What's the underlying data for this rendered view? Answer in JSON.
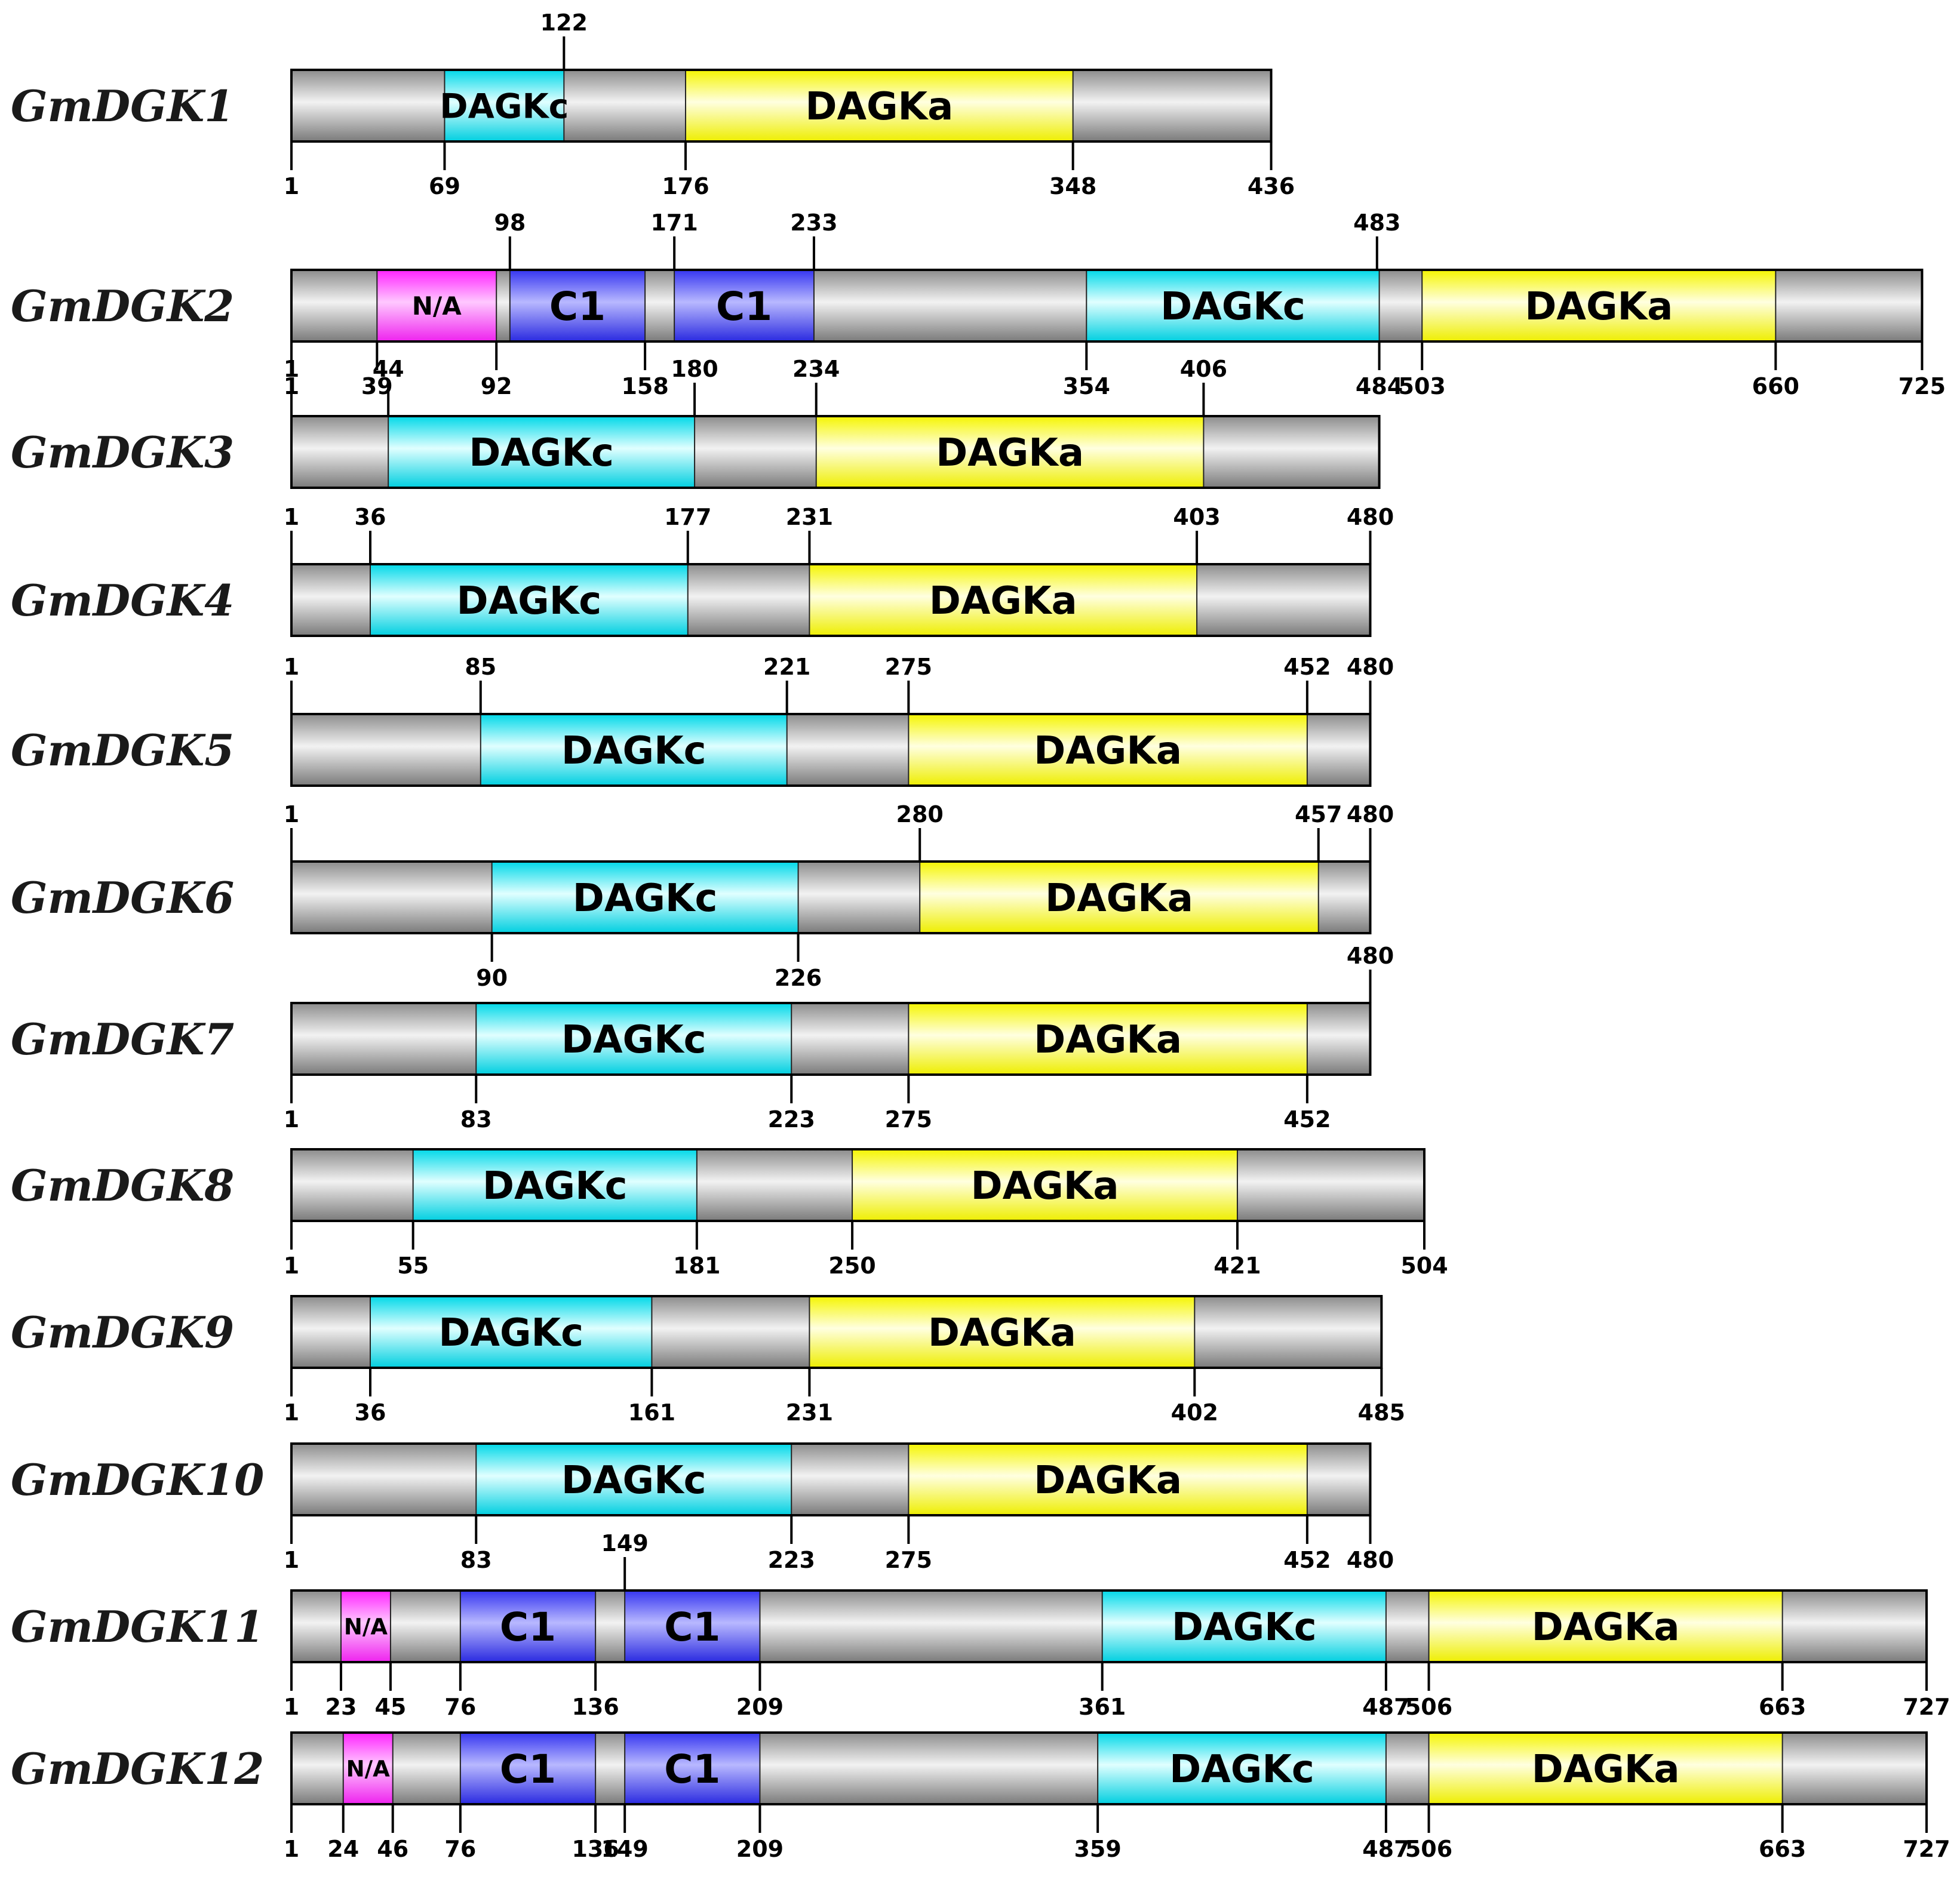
{
  "palette": {
    "backbone": "#a6a6a6",
    "DAGKc": "#00e5ee",
    "DAGKa": "#ffff00",
    "C1": "#4040ff",
    "N/A": "#ff33ff"
  },
  "proteins": [
    {
      "name": "GmDGK1",
      "length": 436,
      "domains": [
        {
          "type": "DAGKc",
          "label": "DAGKc",
          "start": 69,
          "end": 122
        },
        {
          "type": "DAGKa",
          "label": "DAGKa",
          "start": 176,
          "end": 348
        }
      ],
      "ticks": [
        {
          "value": 1,
          "pos": 1,
          "side": "below"
        },
        {
          "value": 69,
          "pos": 69,
          "side": "below"
        },
        {
          "value": 122,
          "pos": 122,
          "side": "above"
        },
        {
          "value": 176,
          "pos": 176,
          "side": "below"
        },
        {
          "value": 348,
          "pos": 348,
          "side": "below"
        },
        {
          "value": 436,
          "pos": 436,
          "side": "below"
        }
      ]
    },
    {
      "name": "GmDGK2",
      "length": 725,
      "domains": [
        {
          "type": "N/A",
          "label": "N/A",
          "start": 39,
          "end": 92
        },
        {
          "type": "C1",
          "label": "C1",
          "start": 98,
          "end": 158
        },
        {
          "type": "C1",
          "label": "C1",
          "start": 171,
          "end": 233
        },
        {
          "type": "DAGKc",
          "label": "DAGKc",
          "start": 354,
          "end": 484
        },
        {
          "type": "DAGKa",
          "label": "DAGKa",
          "start": 503,
          "end": 660
        }
      ],
      "ticks": [
        {
          "value": 1,
          "pos": 1,
          "side": "below"
        },
        {
          "value": 39,
          "pos": 39,
          "side": "below"
        },
        {
          "value": 92,
          "pos": 92,
          "side": "below"
        },
        {
          "value": 98,
          "pos": 98,
          "side": "above"
        },
        {
          "value": 158,
          "pos": 158,
          "side": "below"
        },
        {
          "value": 171,
          "pos": 171,
          "side": "above"
        },
        {
          "value": 233,
          "pos": 233,
          "side": "above"
        },
        {
          "value": 354,
          "pos": 354,
          "side": "below"
        },
        {
          "value": 483,
          "pos": 483,
          "side": "above"
        },
        {
          "value": 484,
          "pos": 484,
          "side": "below"
        },
        {
          "value": 503,
          "pos": 503,
          "side": "below"
        },
        {
          "value": 660,
          "pos": 660,
          "side": "below"
        },
        {
          "value": 725,
          "pos": 725,
          "side": "below"
        }
      ]
    },
    {
      "name": "GmDGK3",
      "length": 484,
      "domains": [
        {
          "type": "DAGKc",
          "label": "DAGKc",
          "start": 44,
          "end": 180
        },
        {
          "type": "DAGKa",
          "label": "DAGKa",
          "start": 234,
          "end": 406
        }
      ],
      "ticks": [
        {
          "value": 1,
          "pos": 1,
          "side": "above"
        },
        {
          "value": 44,
          "pos": 44,
          "side": "above"
        },
        {
          "value": 180,
          "pos": 180,
          "side": "above"
        },
        {
          "value": 234,
          "pos": 234,
          "side": "above"
        },
        {
          "value": 406,
          "pos": 406,
          "side": "above"
        }
      ]
    },
    {
      "name": "GmDGK4",
      "length": 480,
      "domains": [
        {
          "type": "DAGKc",
          "label": "DAGKc",
          "start": 36,
          "end": 177
        },
        {
          "type": "DAGKa",
          "label": "DAGKa",
          "start": 231,
          "end": 403
        }
      ],
      "ticks": [
        {
          "value": 1,
          "pos": 1,
          "side": "above"
        },
        {
          "value": 36,
          "pos": 36,
          "side": "above"
        },
        {
          "value": 177,
          "pos": 177,
          "side": "above"
        },
        {
          "value": 231,
          "pos": 231,
          "side": "above"
        },
        {
          "value": 403,
          "pos": 403,
          "side": "above"
        },
        {
          "value": 480,
          "pos": 480,
          "side": "above"
        }
      ]
    },
    {
      "name": "GmDGK5",
      "length": 480,
      "domains": [
        {
          "type": "DAGKc",
          "label": "DAGKc",
          "start": 85,
          "end": 221
        },
        {
          "type": "DAGKa",
          "label": "DAGKa",
          "start": 275,
          "end": 452
        }
      ],
      "ticks": [
        {
          "value": 1,
          "pos": 1,
          "side": "above"
        },
        {
          "value": 85,
          "pos": 85,
          "side": "above"
        },
        {
          "value": 221,
          "pos": 221,
          "side": "above"
        },
        {
          "value": 275,
          "pos": 275,
          "side": "above"
        },
        {
          "value": 452,
          "pos": 452,
          "side": "above"
        },
        {
          "value": 480,
          "pos": 480,
          "side": "above"
        }
      ]
    },
    {
      "name": "GmDGK6",
      "length": 480,
      "domains": [
        {
          "type": "DAGKc",
          "label": "DAGKc",
          "start": 90,
          "end": 226
        },
        {
          "type": "DAGKa",
          "label": "DAGKa",
          "start": 280,
          "end": 457
        }
      ],
      "ticks": [
        {
          "value": 1,
          "pos": 1,
          "side": "above"
        },
        {
          "value": 90,
          "pos": 90,
          "side": "below"
        },
        {
          "value": 226,
          "pos": 226,
          "side": "below"
        },
        {
          "value": 280,
          "pos": 280,
          "side": "above"
        },
        {
          "value": 457,
          "pos": 457,
          "side": "above"
        },
        {
          "value": 480,
          "pos": 480,
          "side": "above"
        }
      ]
    },
    {
      "name": "GmDGK7",
      "length": 480,
      "domains": [
        {
          "type": "DAGKc",
          "label": "DAGKc",
          "start": 83,
          "end": 223
        },
        {
          "type": "DAGKa",
          "label": "DAGKa",
          "start": 275,
          "end": 452
        }
      ],
      "ticks": [
        {
          "value": 480,
          "pos": 480,
          "side": "above"
        },
        {
          "value": 1,
          "pos": 1,
          "side": "below"
        },
        {
          "value": 83,
          "pos": 83,
          "side": "below"
        },
        {
          "value": 223,
          "pos": 223,
          "side": "below"
        },
        {
          "value": 275,
          "pos": 275,
          "side": "below"
        },
        {
          "value": 452,
          "pos": 452,
          "side": "below"
        }
      ]
    },
    {
      "name": "GmDGK8",
      "length": 504,
      "domains": [
        {
          "type": "DAGKc",
          "label": "DAGKc",
          "start": 55,
          "end": 181
        },
        {
          "type": "DAGKa",
          "label": "DAGKa",
          "start": 250,
          "end": 421
        }
      ],
      "ticks": [
        {
          "value": 1,
          "pos": 1,
          "side": "below"
        },
        {
          "value": 55,
          "pos": 55,
          "side": "below"
        },
        {
          "value": 181,
          "pos": 181,
          "side": "below"
        },
        {
          "value": 250,
          "pos": 250,
          "side": "below"
        },
        {
          "value": 421,
          "pos": 421,
          "side": "below"
        },
        {
          "value": 504,
          "pos": 504,
          "side": "below"
        }
      ]
    },
    {
      "name": "GmDGK9",
      "length": 485,
      "domains": [
        {
          "type": "DAGKc",
          "label": "DAGKc",
          "start": 36,
          "end": 161
        },
        {
          "type": "DAGKa",
          "label": "DAGKa",
          "start": 231,
          "end": 402
        }
      ],
      "ticks": [
        {
          "value": 1,
          "pos": 1,
          "side": "below"
        },
        {
          "value": 36,
          "pos": 36,
          "side": "below"
        },
        {
          "value": 161,
          "pos": 161,
          "side": "below"
        },
        {
          "value": 231,
          "pos": 231,
          "side": "below"
        },
        {
          "value": 402,
          "pos": 402,
          "side": "below"
        },
        {
          "value": 485,
          "pos": 485,
          "side": "below"
        }
      ]
    },
    {
      "name": "GmDGK10",
      "length": 480,
      "domains": [
        {
          "type": "DAGKc",
          "label": "DAGKc",
          "start": 83,
          "end": 223
        },
        {
          "type": "DAGKa",
          "label": "DAGKa",
          "start": 275,
          "end": 452
        }
      ],
      "ticks": [
        {
          "value": 1,
          "pos": 1,
          "side": "below"
        },
        {
          "value": 83,
          "pos": 83,
          "side": "below"
        },
        {
          "value": 223,
          "pos": 223,
          "side": "below"
        },
        {
          "value": 275,
          "pos": 275,
          "side": "below"
        },
        {
          "value": 452,
          "pos": 452,
          "side": "below"
        },
        {
          "value": 480,
          "pos": 480,
          "side": "below"
        }
      ]
    },
    {
      "name": "GmDGK11",
      "length": 727,
      "domains": [
        {
          "type": "N/A",
          "label": "N/A",
          "start": 23,
          "end": 45
        },
        {
          "type": "C1",
          "label": "C1",
          "start": 76,
          "end": 136
        },
        {
          "type": "C1",
          "label": "C1",
          "start": 149,
          "end": 209
        },
        {
          "type": "DAGKc",
          "label": "DAGKc",
          "start": 361,
          "end": 487
        },
        {
          "type": "DAGKa",
          "label": "DAGKa",
          "start": 506,
          "end": 663
        }
      ],
      "ticks": [
        {
          "value": 149,
          "pos": 149,
          "side": "above"
        },
        {
          "value": 1,
          "pos": 1,
          "side": "below"
        },
        {
          "value": 23,
          "pos": 23,
          "side": "below"
        },
        {
          "value": 45,
          "pos": 45,
          "side": "below"
        },
        {
          "value": 76,
          "pos": 76,
          "side": "below"
        },
        {
          "value": 136,
          "pos": 136,
          "side": "below"
        },
        {
          "value": 209,
          "pos": 209,
          "side": "below"
        },
        {
          "value": 361,
          "pos": 361,
          "side": "below"
        },
        {
          "value": 487,
          "pos": 487,
          "side": "below"
        },
        {
          "value": 506,
          "pos": 506,
          "side": "below"
        },
        {
          "value": 663,
          "pos": 663,
          "side": "below"
        },
        {
          "value": 727,
          "pos": 727,
          "side": "below"
        }
      ]
    },
    {
      "name": "GmDGK12",
      "length": 727,
      "domains": [
        {
          "type": "N/A",
          "label": "N/A",
          "start": 24,
          "end": 46
        },
        {
          "type": "C1",
          "label": "C1",
          "start": 76,
          "end": 136
        },
        {
          "type": "C1",
          "label": "C1",
          "start": 149,
          "end": 209
        },
        {
          "type": "DAGKc",
          "label": "DAGKc",
          "start": 359,
          "end": 487
        },
        {
          "type": "DAGKa",
          "label": "DAGKa",
          "start": 506,
          "end": 663
        }
      ],
      "ticks": [
        {
          "value": 1,
          "pos": 1,
          "side": "below"
        },
        {
          "value": 24,
          "pos": 24,
          "side": "below"
        },
        {
          "value": 46,
          "pos": 46,
          "side": "below"
        },
        {
          "value": 76,
          "pos": 76,
          "side": "below"
        },
        {
          "value": 136,
          "pos": 136,
          "side": "below"
        },
        {
          "value": 149,
          "pos": 149,
          "side": "below"
        },
        {
          "value": 209,
          "pos": 209,
          "side": "below"
        },
        {
          "value": 359,
          "pos": 359,
          "side": "below"
        },
        {
          "value": 487,
          "pos": 487,
          "side": "below"
        },
        {
          "value": 506,
          "pos": 506,
          "side": "below"
        },
        {
          "value": 663,
          "pos": 663,
          "side": "below"
        },
        {
          "value": 727,
          "pos": 727,
          "side": "below"
        }
      ]
    }
  ]
}
